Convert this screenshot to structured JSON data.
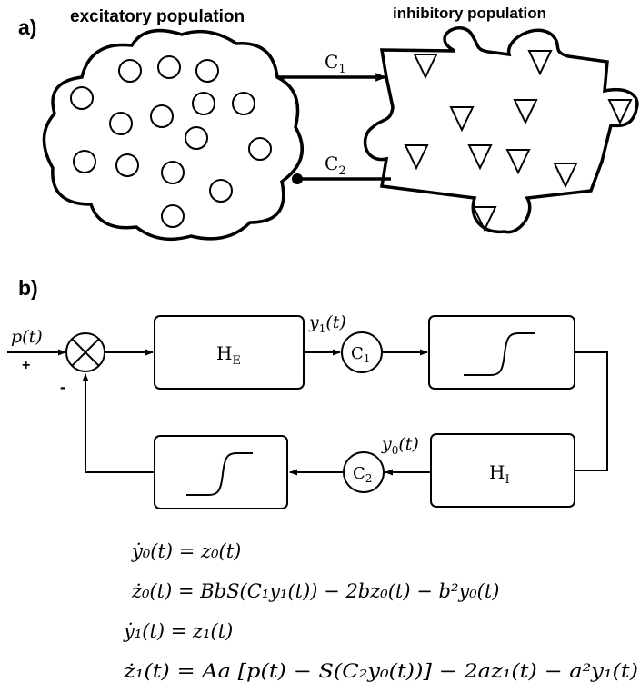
{
  "panel_a": {
    "label": "a)",
    "excitatory_title": "excitatory population",
    "inhibitory_title": "inhibitory population",
    "c1_base": "C",
    "c1_sub": "1",
    "c2_base": "C",
    "c2_sub": "2"
  },
  "panel_b": {
    "label": "b)",
    "input_label": "p(t)",
    "plus_sign": "+",
    "minus_sign": "-",
    "he_base": "H",
    "he_sub": "E",
    "hi_base": "H",
    "hi_sub": "I",
    "y1_label": "y",
    "y1_sub": "1",
    "y1_arg": "(t)",
    "y0_label": "y",
    "y0_sub": "0",
    "y0_arg": "(t)",
    "c1_base": "C",
    "c1_sub": "1",
    "c2_base": "C",
    "c2_sub": "2"
  },
  "equations": [
    "ẏ₀(t) = z₀(t)",
    "ż₀(t) = BbS(C₁y₁(t)) − 2bz₀(t) − b²y₀(t)",
    "ẏ₁(t) = z₁(t)",
    "ż₁(t) = Aa [p(t) − S(C₂y₀(t))] − 2az₁(t) − a²y₁(t)"
  ]
}
